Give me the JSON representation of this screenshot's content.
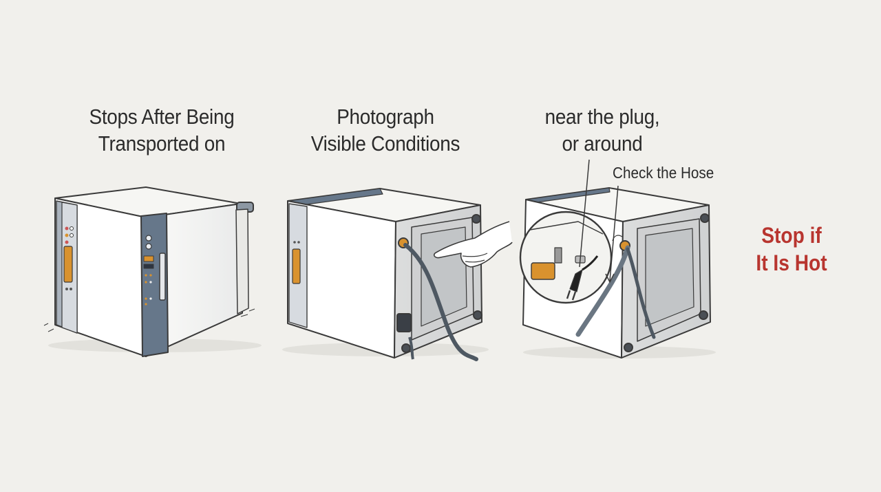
{
  "colors": {
    "background": "#f1f0ec",
    "warning_text": "#b8352f",
    "trim_blue_gray": "#66778a",
    "accent_orange": "#d9922e"
  },
  "panels": [
    {
      "caption_lines": [
        "Stops After Being",
        "Transported on"
      ]
    },
    {
      "caption_lines": [
        "Photograph",
        "Visible Conditions"
      ]
    },
    {
      "caption_lines": [
        "near the plug,",
        "or around"
      ],
      "callout": "Check the Hose"
    }
  ],
  "warning": {
    "lines": [
      "Stop if",
      "It Is Hot"
    ]
  }
}
